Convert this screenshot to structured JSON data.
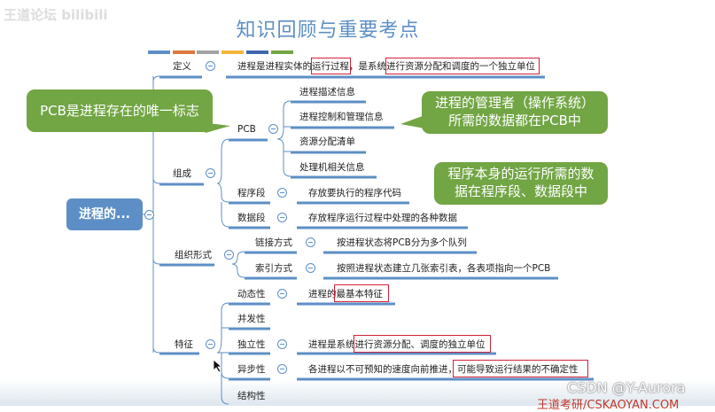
{
  "logo": "王道论坛 bilibili",
  "title": "知识回顾与重要考点",
  "color_bars": [
    "#5d8fc6",
    "#dd7a3f",
    "#a3a3a3",
    "#f1b63b",
    "#3f67ac",
    "#72a544"
  ],
  "root": "进程的...",
  "definition": {
    "label": "定义",
    "text_a": "进程是进程实体的",
    "hl1": "运行过程",
    "text_b": "，是系统",
    "hl2": "进行资源分配和调度的一个独立单位"
  },
  "composition": {
    "label": "组成",
    "pcb": {
      "label": "PCB",
      "items": [
        "进程描述信息",
        "进程控制和管理信息",
        "资源分配清单",
        "处理机相关信息"
      ]
    },
    "program": {
      "label": "程序段",
      "text": "存放要执行的程序代码"
    },
    "data": {
      "label": "数据段",
      "text": "存放程序运行过程中处理的各种数据"
    }
  },
  "organization": {
    "label": "组织形式",
    "link": {
      "label": "链接方式",
      "text": "按进程状态将PCB分为多个队列"
    },
    "index": {
      "label": "索引方式",
      "text": "按照进程状态建立几张索引表，各表项指向一个PCB"
    }
  },
  "features": {
    "label": "特征",
    "dynamic": {
      "label": "动态性",
      "text_a": "进程的",
      "hl": "最基本特征"
    },
    "concurrent": {
      "label": "并发性"
    },
    "independent": {
      "label": "独立性",
      "text_a": "进程是系统",
      "hl": "进行资源分配、调度的独立单位"
    },
    "async": {
      "label": "异步性",
      "text_a": "各进程以不可预知的速度向前推进，",
      "hl": "可能导致运行结果的不确定性"
    },
    "structural": {
      "label": "结构性"
    }
  },
  "callouts": {
    "pcb_sign": "PCB是进程存在的唯一标志",
    "manager_1": "进程的管理者（操作系统）",
    "manager_2": "所需的数据都在PCB中",
    "program_1": "程序本身的运行所需的数",
    "program_2": "据在程序段、数据段中"
  },
  "watermark": "CSDN @Y-Aurora",
  "footer_brand": "王道考研/CSKAOYAN.COM",
  "colors": {
    "accent": "#5d8fc6",
    "callout": "#72a544",
    "highlight": "#d0223a"
  }
}
